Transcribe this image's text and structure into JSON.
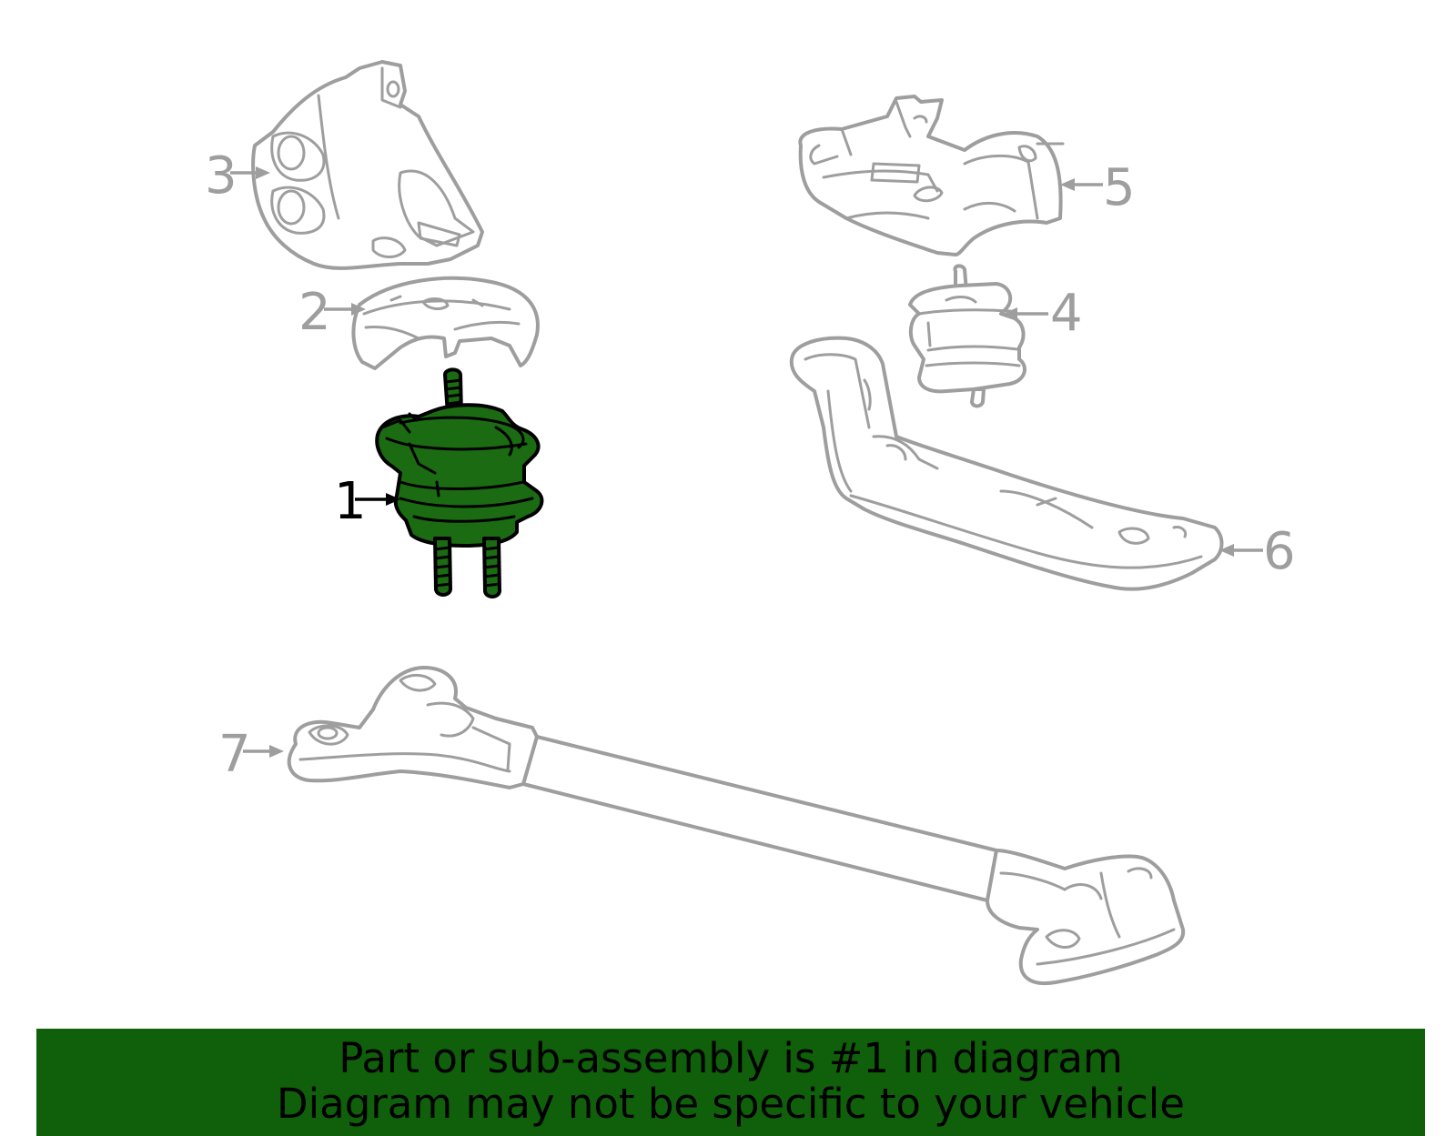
{
  "callouts": [
    {
      "id": "1",
      "label": "1",
      "highlighted": true
    },
    {
      "id": "2",
      "label": "2",
      "highlighted": false
    },
    {
      "id": "3",
      "label": "3",
      "highlighted": false
    },
    {
      "id": "4",
      "label": "4",
      "highlighted": false
    },
    {
      "id": "5",
      "label": "5",
      "highlighted": false
    },
    {
      "id": "6",
      "label": "6",
      "highlighted": false
    },
    {
      "id": "7",
      "label": "7",
      "highlighted": false
    }
  ],
  "banner": {
    "line1": "Part or sub-assembly is #1 in diagram",
    "line2": "Diagram may not be specific to your vehicle"
  },
  "colors": {
    "highlight_fill": "#1b6b12",
    "banner_background": "#105f0a",
    "part_outline": "#9e9e9e",
    "highlight_outline": "#000000"
  }
}
